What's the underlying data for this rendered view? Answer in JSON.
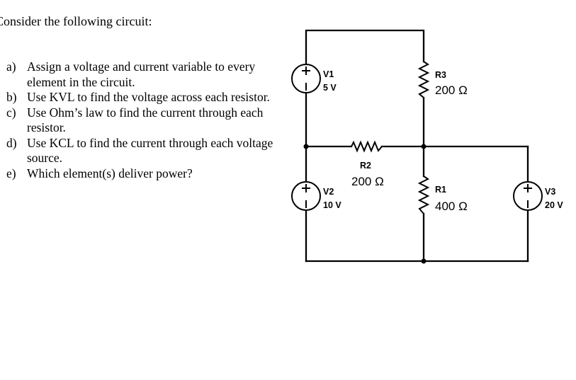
{
  "intro": "Consider the following circuit:",
  "questions": [
    {
      "label": "a)",
      "text": "Assign a voltage and current variable to every element in the circuit."
    },
    {
      "label": "b)",
      "text": "Use KVL to find the voltage across each resistor."
    },
    {
      "label": "c)",
      "text": "Use Ohm’s law to find the current through each resistor."
    },
    {
      "label": "d)",
      "text": "Use KCL to find the current through each voltage source."
    },
    {
      "label": "e)",
      "text": "Which element(s) deliver power?"
    }
  ],
  "components": {
    "v1": {
      "name": "V1",
      "value": "5 V"
    },
    "v2": {
      "name": "V2",
      "value": "10 V"
    },
    "v3": {
      "name": "V3",
      "value": "20 V"
    },
    "r1": {
      "name": "R1",
      "value": "400 Ω"
    },
    "r2": {
      "name": "R2",
      "value": "200 Ω"
    },
    "r3": {
      "name": "R3",
      "value": "200 Ω"
    }
  }
}
